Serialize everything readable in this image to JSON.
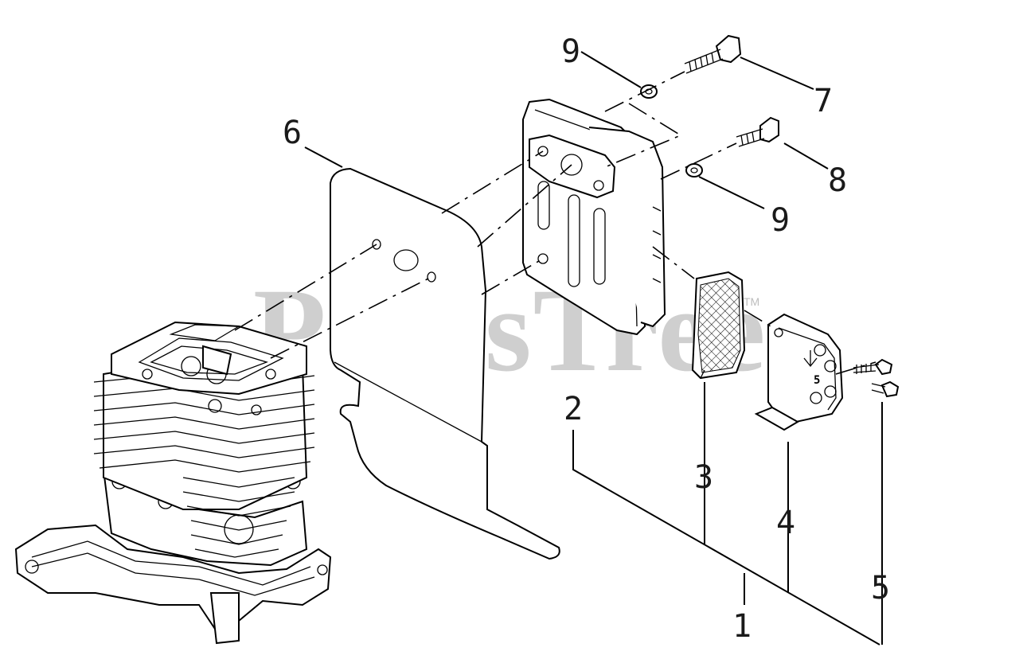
{
  "watermark": {
    "text": "PartsTree",
    "trademark": "TM"
  },
  "callouts": {
    "c1": "1",
    "c2": "2",
    "c3": "3",
    "c4": "4",
    "c5": "5",
    "c6": "6",
    "c7": "7",
    "c8": "8",
    "c9a": "9",
    "c9b": "9"
  },
  "muffler_stamp": "5"
}
